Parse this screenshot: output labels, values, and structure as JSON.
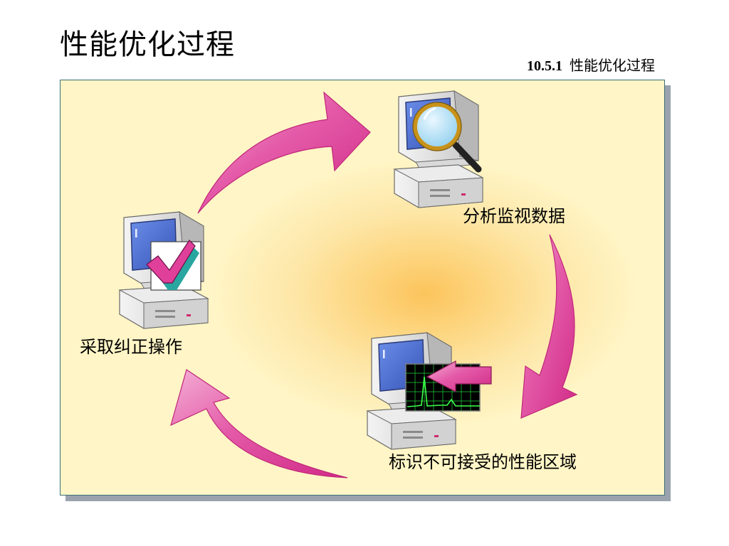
{
  "slide": {
    "title": "性能优化过程",
    "section_number": "10.5.1",
    "section_title": "性能优化过程"
  },
  "steps": [
    {
      "label": "分析监视数据",
      "icon": "magnifier-computer-icon"
    },
    {
      "label": "标识不可接受的性能区域",
      "icon": "chart-computer-icon"
    },
    {
      "label": "采取纠正操作",
      "icon": "checkmark-computer-icon"
    }
  ],
  "colors": {
    "arrow": "#e0409a",
    "arrow_light": "#f2a0cf",
    "panel_bg": "#fff5c6",
    "panel_center": "#fcc45c",
    "panel_border": "#3d6e75",
    "monitor_screen": "#4a6ed2",
    "chart_bg": "#000000",
    "chart_line": "#21d339"
  }
}
